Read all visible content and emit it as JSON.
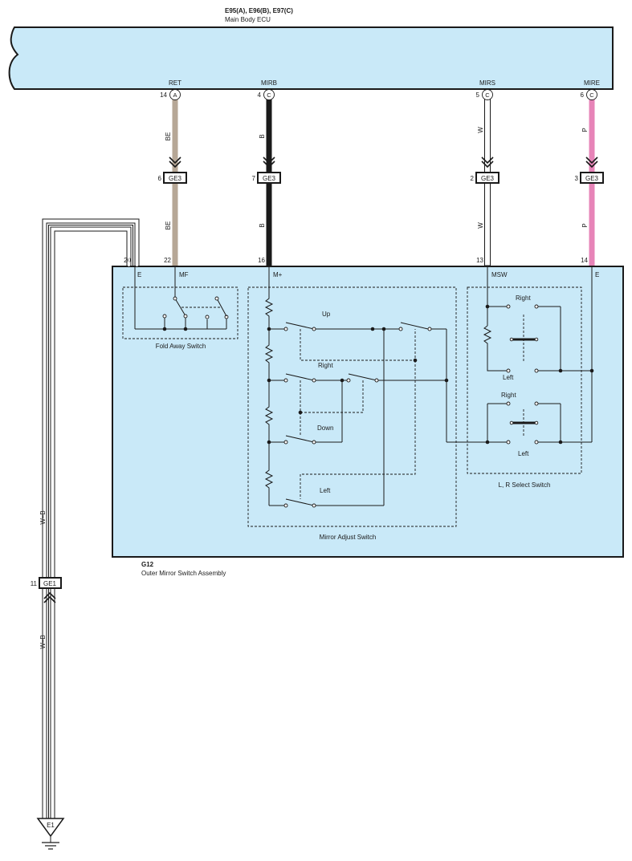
{
  "ecu": {
    "connectors": "E95(A), E96(B), E97(C)",
    "name": "Main Body ECU",
    "pins": [
      {
        "label": "RET",
        "pin": "14",
        "conn": "A",
        "wire": "BE"
      },
      {
        "label": "MIRB",
        "pin": "4",
        "conn": "C",
        "wire": "B"
      },
      {
        "label": "MIRS",
        "pin": "5",
        "conn": "C",
        "wire": "W"
      },
      {
        "label": "MIRE",
        "pin": "6",
        "conn": "C",
        "wire": "P"
      }
    ]
  },
  "ge3": {
    "name": "GE3",
    "pins": [
      "6",
      "7",
      "2",
      "3"
    ]
  },
  "assembly": {
    "code": "G12",
    "name": "Outer Mirror Switch Assembly",
    "pins": [
      {
        "pin": "20",
        "label": "E"
      },
      {
        "pin": "22",
        "label": "MF"
      },
      {
        "pin": "16",
        "label": "M+"
      },
      {
        "pin": "13",
        "label": "MSW"
      },
      {
        "pin": "14",
        "label": "E"
      }
    ],
    "fold_switch": "Fold Away Switch",
    "mirror_adjust": {
      "name": "Mirror Adjust Switch",
      "up": "Up",
      "right": "Right",
      "down": "Down",
      "left": "Left"
    },
    "select_switch": {
      "name": "L, R Select Switch",
      "right": "Right",
      "left": "Left"
    }
  },
  "ground_wire": {
    "wire": "W–B",
    "connector": "GE1",
    "pin": "11",
    "ground": "E1"
  },
  "colors": {
    "body_fill": "#c9e9f8",
    "wire_BE": "#b6a796",
    "wire_B": "#1a1a1a",
    "wire_W": "#ffffff",
    "wire_P": "#e784b8"
  }
}
